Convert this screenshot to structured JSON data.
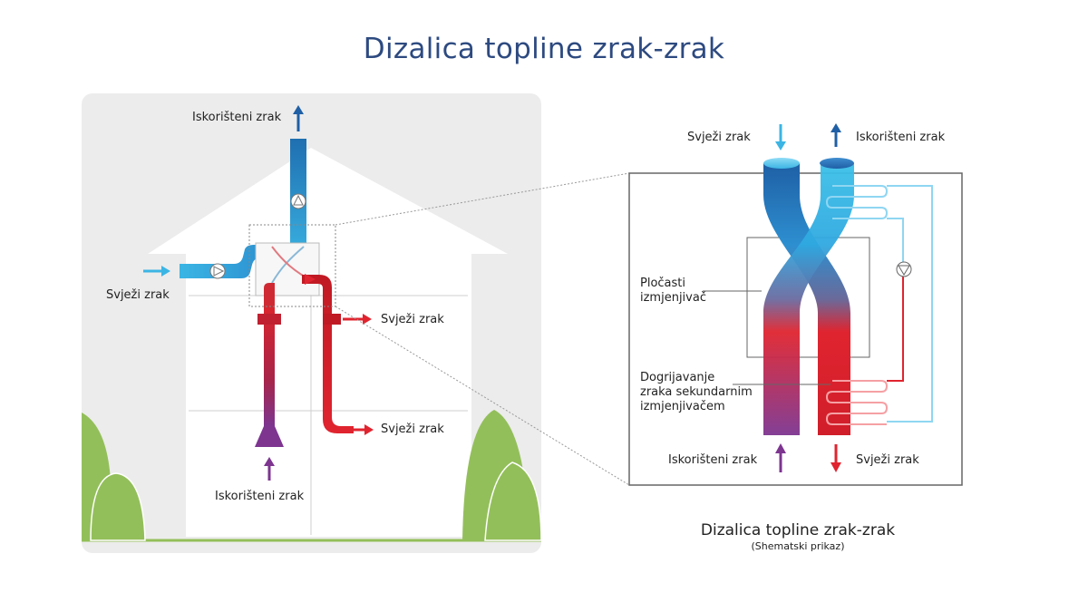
{
  "title": "Dizalica topline zrak-zrak",
  "house": {
    "exhaust_top": "Iskorišteni zrak",
    "fresh_in": "Svježi zrak",
    "fresh_out_1": "Svježi zrak",
    "fresh_out_2": "Svježi zrak",
    "exhaust_bottom": "Iskorišteni zrak"
  },
  "schematic": {
    "fresh_top": "Svježi zrak",
    "exhaust_top": "Iskorišteni zrak",
    "plate_exchanger": "Pločasti\nizmjenjivač",
    "reheating": "Dogrijavanje\nzraka sekundarnim\nizmjenjivačem",
    "exhaust_bottom": "Iskorišteni zrak",
    "fresh_bottom": "Svježi zrak"
  },
  "caption": {
    "title": "Dizalica topline zrak-zrak",
    "subtitle": "(Shematski prikaz)"
  },
  "colors": {
    "title": "#2d4a80",
    "cold": "#3bb5e4",
    "cold_dark": "#1f6fb0",
    "warm": "#e0242f",
    "purple": "#7d3590",
    "tree": "#93bf5a",
    "house_bg": "#ececec"
  }
}
